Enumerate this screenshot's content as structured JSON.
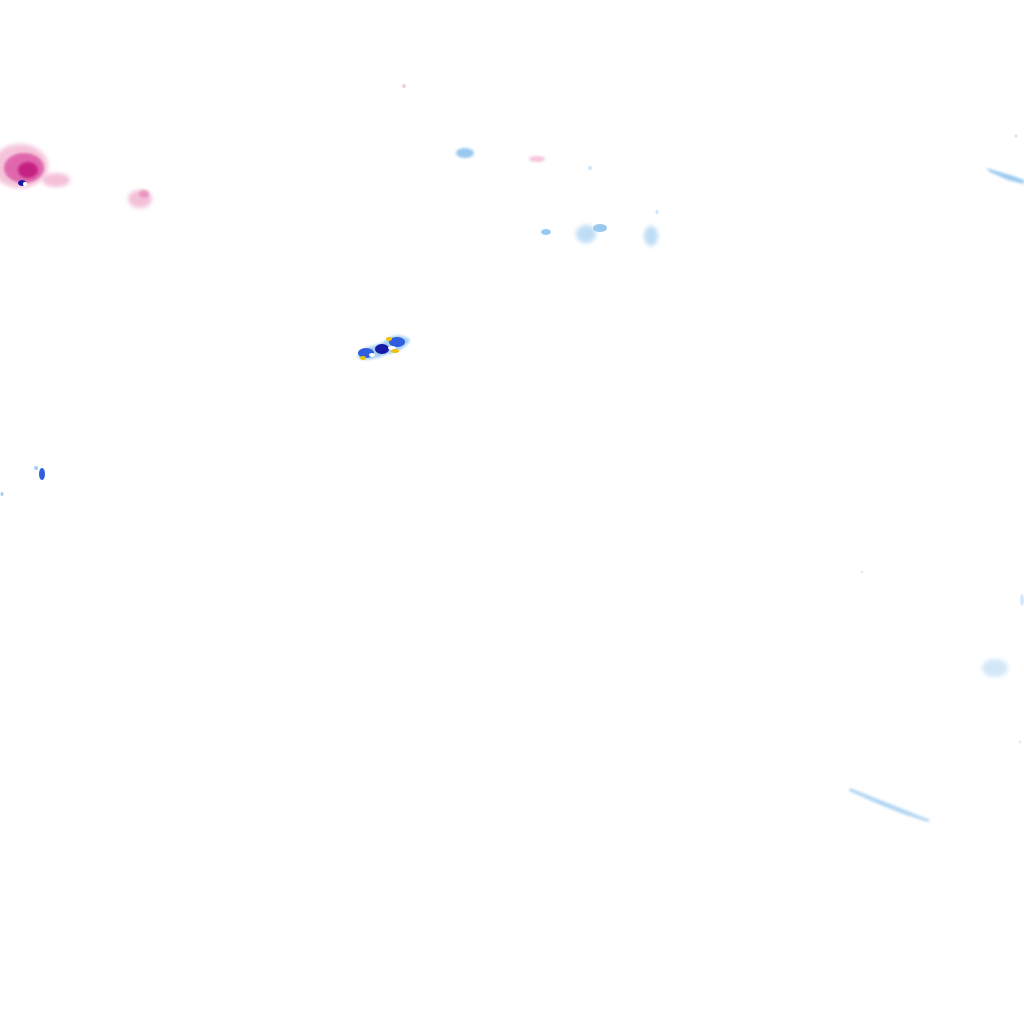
{
  "map": {
    "background": "#ffffff",
    "legend_colors": {
      "light_rain": "#8fc3ee",
      "moderate_rain": "#2f5fe0",
      "heavy_rain": "#1a1aa8",
      "intense_core": "#f2c200",
      "mixed_light": "#f3b6d2",
      "mixed_moderate": "#d94a9c",
      "mixed_heavy": "#c0177d"
    },
    "cells": [
      {
        "name": "mixed-cell-northwest",
        "kind": "mixed",
        "intensity": "heavy"
      },
      {
        "name": "mixed-cell-west-trail",
        "kind": "mixed",
        "intensity": "light"
      },
      {
        "name": "rain-cell-central",
        "kind": "rain",
        "intensity": "intense"
      },
      {
        "name": "rain-speck-west",
        "kind": "rain",
        "intensity": "moderate"
      },
      {
        "name": "light-rain-north-cluster",
        "kind": "rain",
        "intensity": "light"
      },
      {
        "name": "light-rain-northeast-edge",
        "kind": "rain",
        "intensity": "light"
      },
      {
        "name": "light-rain-east",
        "kind": "rain",
        "intensity": "light"
      },
      {
        "name": "light-rain-southeast-streak",
        "kind": "rain",
        "intensity": "light"
      }
    ]
  }
}
